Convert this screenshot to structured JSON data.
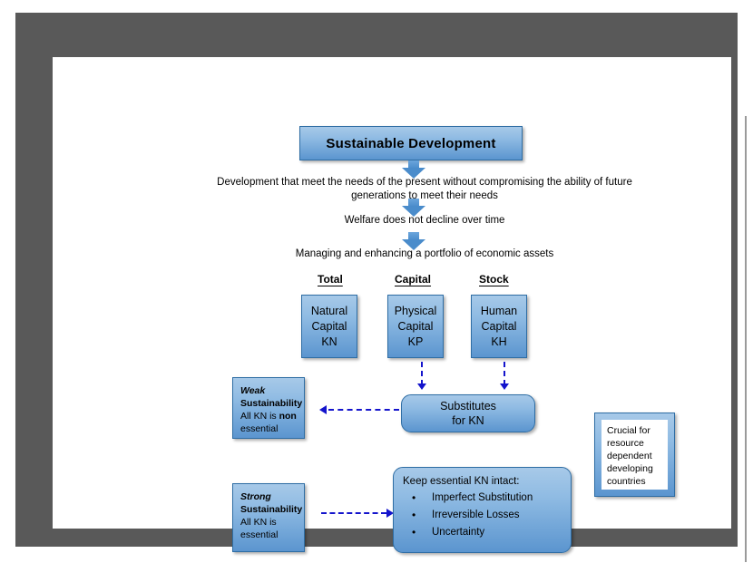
{
  "slide": {
    "title": "Sustainable Development",
    "flow": [
      "Development that meet the needs of the present without compromising the ability of future generations to meet their needs",
      "Welfare does not decline over time",
      "Managing and enhancing a portfolio of economic assets"
    ],
    "column_headers": [
      "Total",
      "Capital",
      "Stock"
    ],
    "capital_boxes": [
      {
        "line1": "Natural",
        "line2": "Capital",
        "line3": "KN"
      },
      {
        "line1": "Physical",
        "line2": "Capital",
        "line3": "KP"
      },
      {
        "line1": "Human",
        "line2": "Capital",
        "line3": "KH"
      }
    ],
    "weak": {
      "keyword": "Weak",
      "subtitle": "Sustainability",
      "body_before": "All KN is ",
      "body_bold": "non",
      "body_after": " essential"
    },
    "strong": {
      "keyword": "Strong",
      "subtitle": "Sustainability",
      "body_before": "All KN is",
      "body_bold": "",
      "body_after": "essential"
    },
    "substitutes": {
      "line1": "Substitutes",
      "line2": "for KN"
    },
    "keep_essential": {
      "title": "Keep essential KN intact:",
      "bullets": [
        "Imperfect Substitution",
        "Irreversible Losses",
        "Uncertainty"
      ]
    },
    "crucial": "Crucial for resource dependent developing countries"
  },
  "colors": {
    "frame_gray": "#595959",
    "box_blue_light": "#a7c9e8",
    "box_blue_dark": "#5b95cf",
    "box_border": "#2e6da4",
    "arrow_blue": "#1414cc",
    "block_arrow_blue": "#4a8ccb",
    "canvas_white": "#ffffff"
  }
}
